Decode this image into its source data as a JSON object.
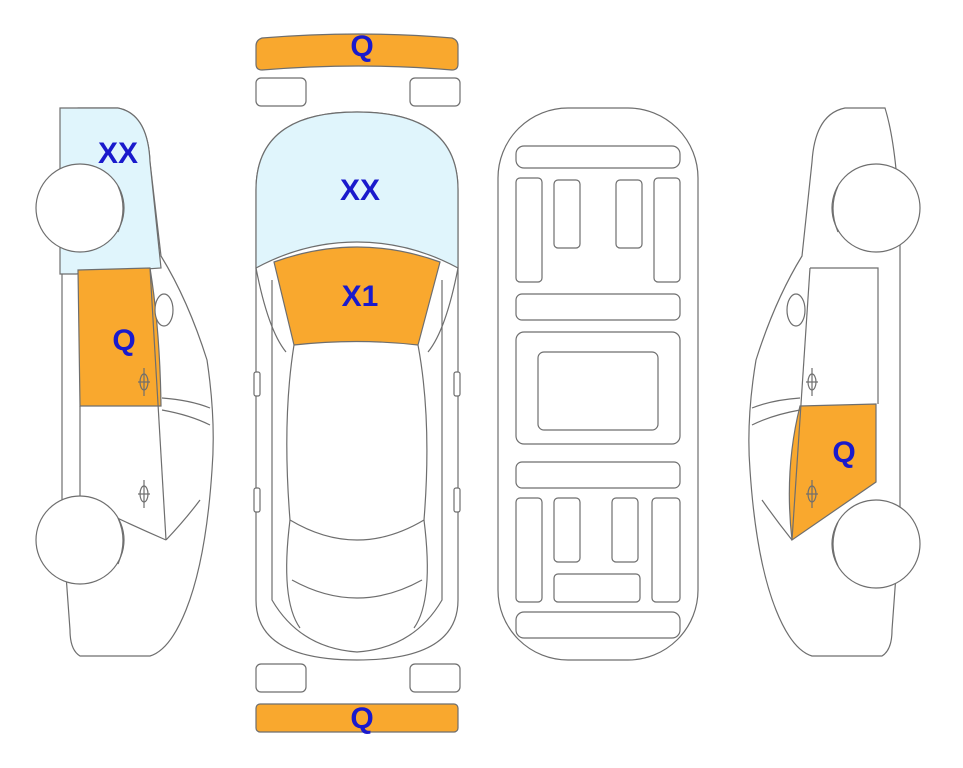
{
  "colors": {
    "orange": "#F9A82E",
    "light_blue": "#E0F5FC",
    "label_blue": "#1A1ACC",
    "outline": "#6E6E6E"
  },
  "labels": {
    "left_glass": "XX",
    "left_door": "Q",
    "front_bumper": "Q",
    "windshield": "XX",
    "hood": "X1",
    "rear_bumper": "Q",
    "right_door": "Q"
  }
}
